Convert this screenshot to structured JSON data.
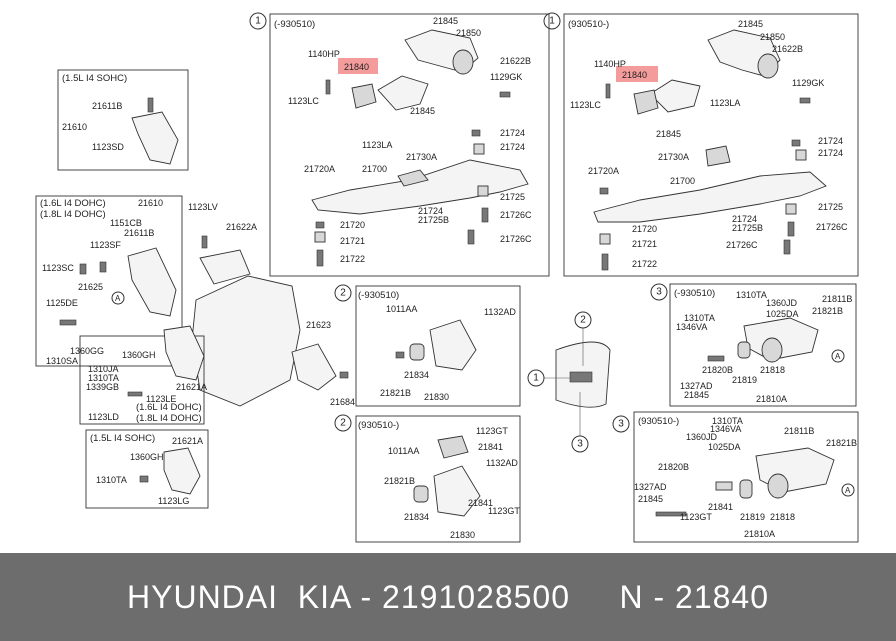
{
  "footer": {
    "text": "HYUNDAI  KIA - 2191028500     N - 21840"
  },
  "colors": {
    "highlight": "#f28b8b",
    "footer_bg": "#6d6d6d",
    "footer_text": "#ffffff"
  },
  "highlighted_part": "21840",
  "panels": {
    "p1a": {
      "num": "1",
      "header": "(-930510)",
      "labels": [
        "21845",
        "21850",
        "1140HP",
        "21622B",
        "21840",
        "1129GK",
        "1123LC",
        "21845",
        "1123LA",
        "21730A",
        "21724",
        "21724",
        "21720A",
        "21700",
        "21725",
        "21724",
        "21725B",
        "21726C",
        "21720",
        "21721",
        "21726C",
        "21722"
      ]
    },
    "p1b": {
      "num": "1",
      "header": "(930510-)",
      "labels": [
        "21845",
        "21850",
        "21622B",
        "1140HP",
        "21840",
        "1129GK",
        "1123LC",
        "1123LA",
        "21845",
        "21730A",
        "21724",
        "21724",
        "21720A",
        "21700",
        "21725",
        "21724",
        "21725B",
        "21726C",
        "21720",
        "21721",
        "21726C",
        "21722"
      ]
    },
    "sohc": {
      "header": "(1.5L I4 SOHC)",
      "labels": [
        "21611B",
        "21610",
        "1123SD"
      ]
    },
    "dohc": {
      "header1": "(1.6L I4 DOHC)",
      "header2": "(1.8L I4 DOHC)",
      "labels": [
        "21610",
        "1151CB",
        "21611B",
        "1123SF",
        "1123SC",
        "21625",
        "1125DE",
        "1360GG",
        "1310SA"
      ]
    },
    "loose": {
      "labels": [
        "1123LV",
        "21622A",
        "21623",
        "21684"
      ]
    },
    "mid": {
      "header1": "(1.6L I4 DOHC)",
      "header2": "(1.8L I4 DOHC)",
      "labels": [
        "1360GH",
        "1310JA",
        "1310TA",
        "1339GB",
        "1123LE",
        "1123LD",
        "21621A"
      ]
    },
    "sohc2": {
      "header": "(1.5L I4 SOHC)",
      "labels": [
        "21621A",
        "1360GH",
        "1310TA",
        "1123LG"
      ]
    },
    "p2a": {
      "num": "2",
      "header": "(-930510)",
      "labels": [
        "1011AA",
        "1132AD",
        "21821B",
        "21834",
        "21830"
      ]
    },
    "p2b": {
      "num": "2",
      "header": "(930510-)",
      "labels": [
        "1123GT",
        "1011AA",
        "21841",
        "1132AD",
        "21821B",
        "21841",
        "1123GT",
        "21834",
        "21830"
      ]
    },
    "p3a": {
      "num": "3",
      "header": "(-930510)",
      "labels": [
        "1310TA",
        "1360JD",
        "21811B",
        "1346VA",
        "1025DA",
        "21821B",
        "1310TA",
        "1327AD",
        "21845",
        "21820B",
        "21819",
        "21818",
        "21810A"
      ]
    },
    "p3b": {
      "num": "3",
      "header": "(930510-)",
      "labels": [
        "1310TA",
        "1346VA",
        "1360JD",
        "21811B",
        "1025DA",
        "21821B",
        "21820B",
        "1327AD",
        "21845",
        "21841",
        "1123GT",
        "21819",
        "21818",
        "21810A"
      ]
    },
    "key": {
      "nums": [
        "1",
        "2",
        "3"
      ]
    }
  }
}
